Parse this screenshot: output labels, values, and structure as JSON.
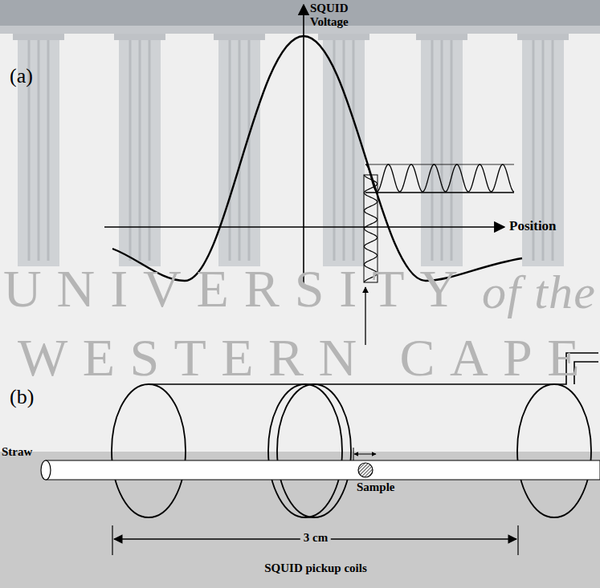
{
  "diagram": {
    "labels": [
      "(a)",
      "SQUID Voltage",
      "Position",
      "UNIVERSITY",
      "of the",
      "WESTERN CAPE",
      "(b)",
      "Straw",
      "Sample",
      "3 cm",
      "SQUID pickup coils"
    ]
  }
}
